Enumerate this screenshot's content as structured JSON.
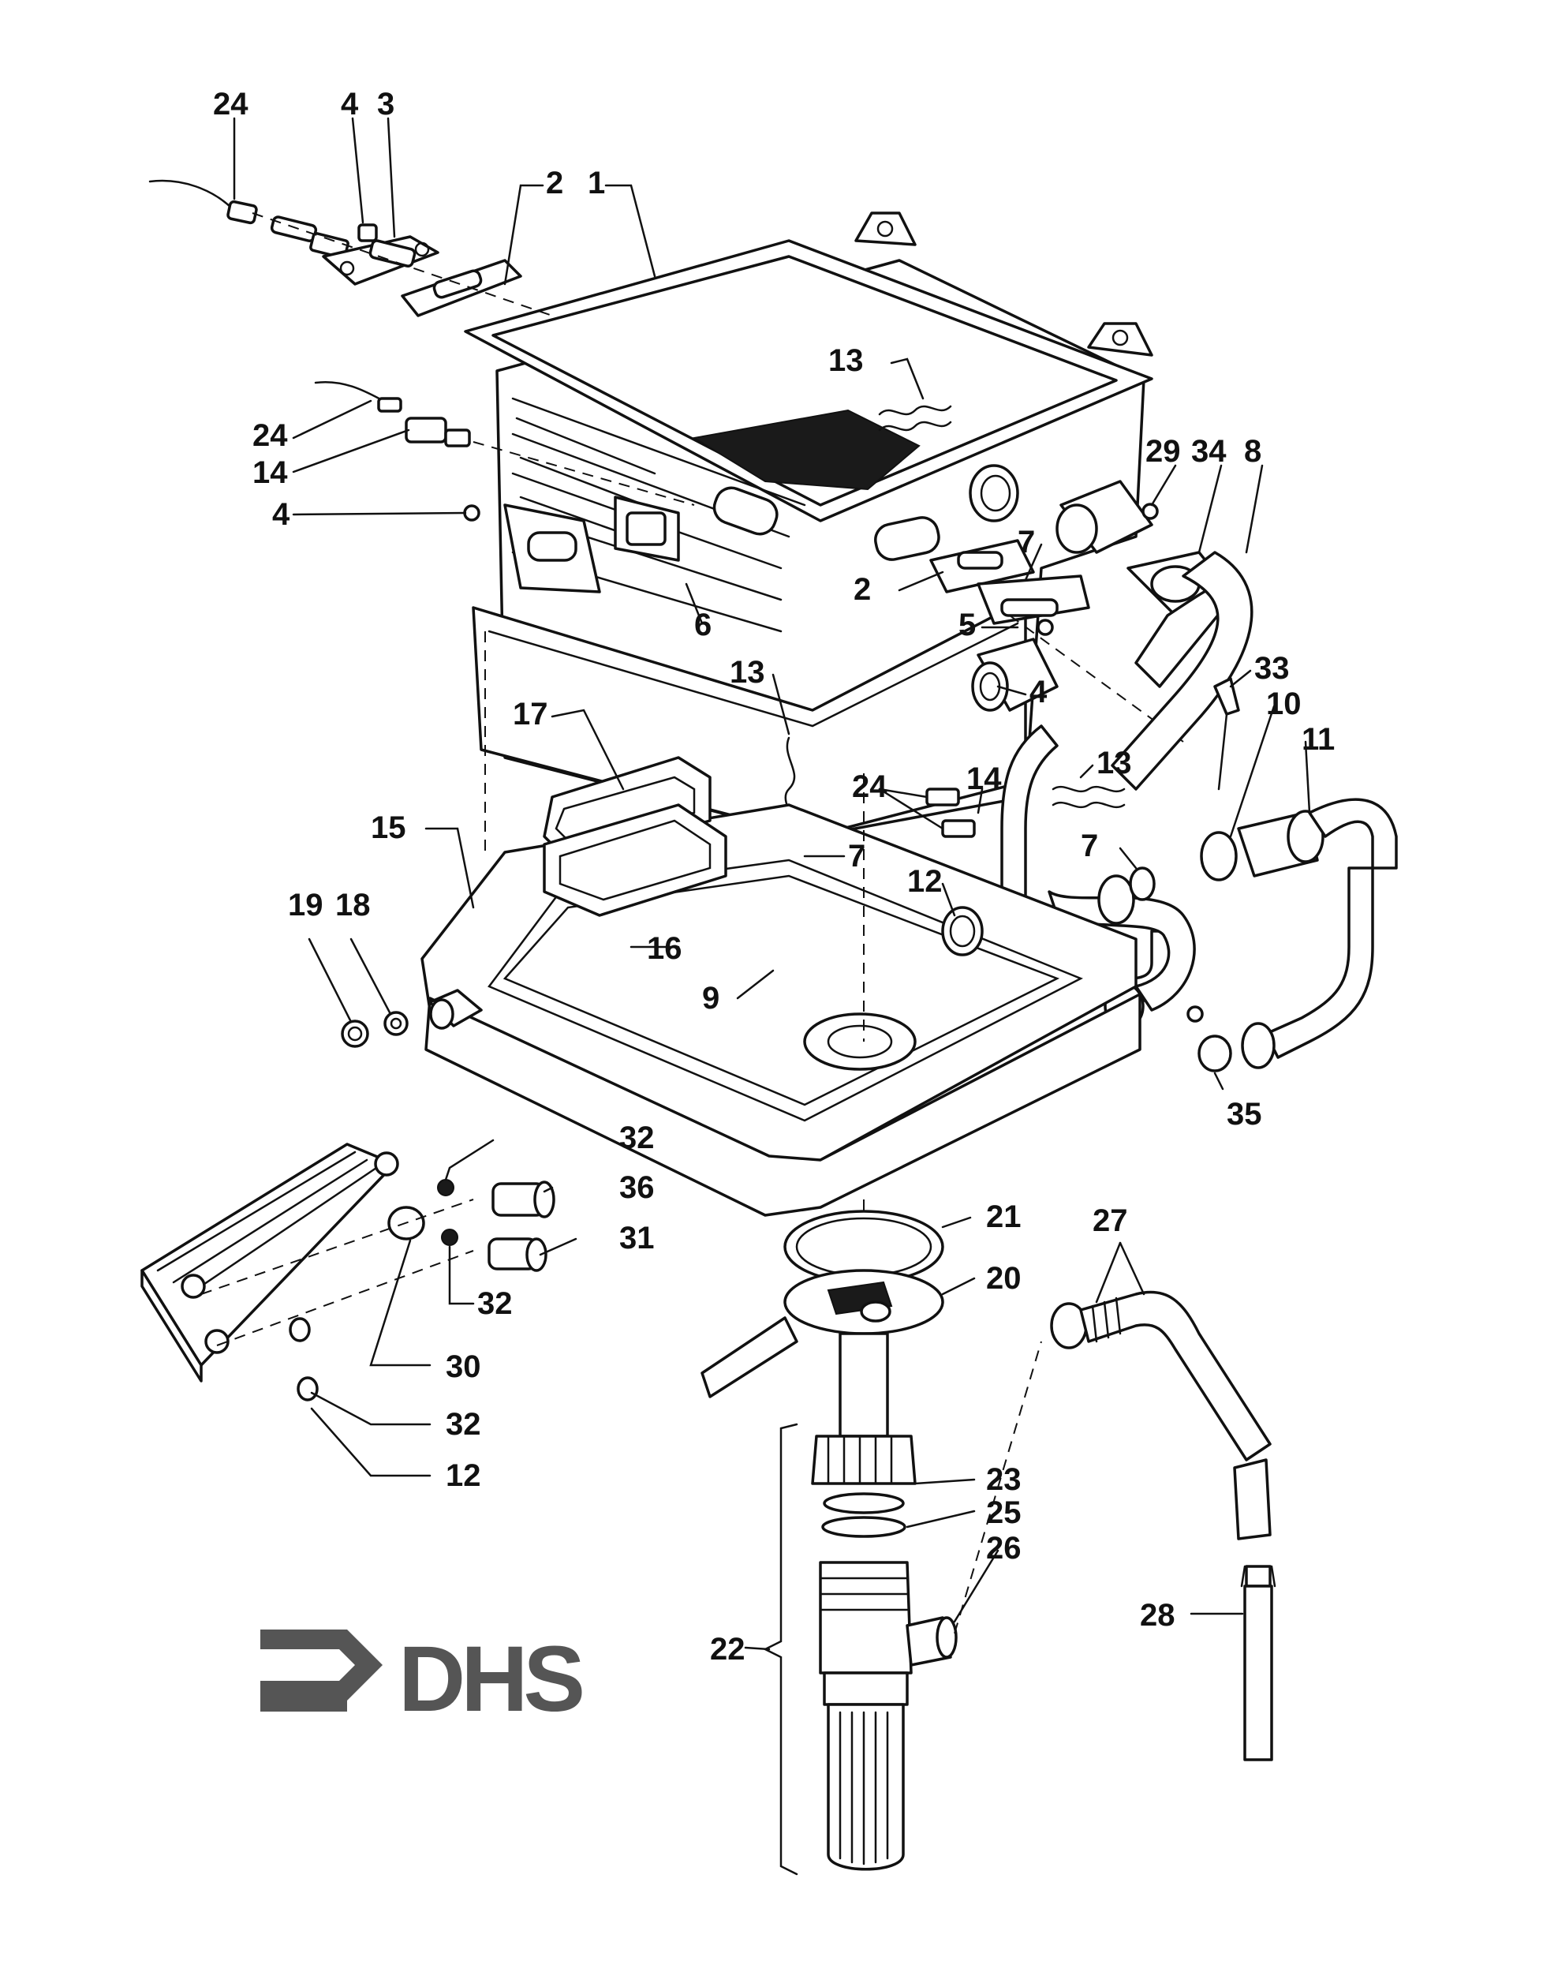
{
  "colors": {
    "line": "#111111",
    "paper": "#ffffff",
    "logo": "#555555"
  },
  "logo": {
    "text": "DHS"
  },
  "callouts": [
    {
      "id": "c24a",
      "label": "24"
    },
    {
      "id": "c4a",
      "label": "4"
    },
    {
      "id": "c3",
      "label": "3"
    },
    {
      "id": "c2a",
      "label": "2"
    },
    {
      "id": "c1",
      "label": "1"
    },
    {
      "id": "c13a",
      "label": "13"
    },
    {
      "id": "c24b",
      "label": "24"
    },
    {
      "id": "c14a",
      "label": "14"
    },
    {
      "id": "c4b",
      "label": "4"
    },
    {
      "id": "c29",
      "label": "29"
    },
    {
      "id": "c34",
      "label": "34"
    },
    {
      "id": "c8",
      "label": "8"
    },
    {
      "id": "c7a",
      "label": "7"
    },
    {
      "id": "c2b",
      "label": "2"
    },
    {
      "id": "c6",
      "label": "6"
    },
    {
      "id": "c5",
      "label": "5"
    },
    {
      "id": "c13b",
      "label": "13"
    },
    {
      "id": "c4c",
      "label": "4"
    },
    {
      "id": "c33",
      "label": "33"
    },
    {
      "id": "c10",
      "label": "10"
    },
    {
      "id": "c11",
      "label": "11"
    },
    {
      "id": "c17",
      "label": "17"
    },
    {
      "id": "c13c",
      "label": "13"
    },
    {
      "id": "c24c",
      "label": "24"
    },
    {
      "id": "c14b",
      "label": "14"
    },
    {
      "id": "c15",
      "label": "15"
    },
    {
      "id": "c7b",
      "label": "7"
    },
    {
      "id": "c7c",
      "label": "7"
    },
    {
      "id": "c12a",
      "label": "12"
    },
    {
      "id": "c19",
      "label": "19"
    },
    {
      "id": "c18",
      "label": "18"
    },
    {
      "id": "c16",
      "label": "16"
    },
    {
      "id": "c9",
      "label": "9"
    },
    {
      "id": "c35",
      "label": "35"
    },
    {
      "id": "c32a",
      "label": "32"
    },
    {
      "id": "c36",
      "label": "36"
    },
    {
      "id": "c21",
      "label": "21"
    },
    {
      "id": "c27",
      "label": "27"
    },
    {
      "id": "c31",
      "label": "31"
    },
    {
      "id": "c20",
      "label": "20"
    },
    {
      "id": "c32b",
      "label": "32"
    },
    {
      "id": "c30",
      "label": "30"
    },
    {
      "id": "c32c",
      "label": "32"
    },
    {
      "id": "c12b",
      "label": "12"
    },
    {
      "id": "c23",
      "label": "23"
    },
    {
      "id": "c25",
      "label": "25"
    },
    {
      "id": "c26",
      "label": "26"
    },
    {
      "id": "c22",
      "label": "22"
    },
    {
      "id": "c28",
      "label": "28"
    }
  ]
}
